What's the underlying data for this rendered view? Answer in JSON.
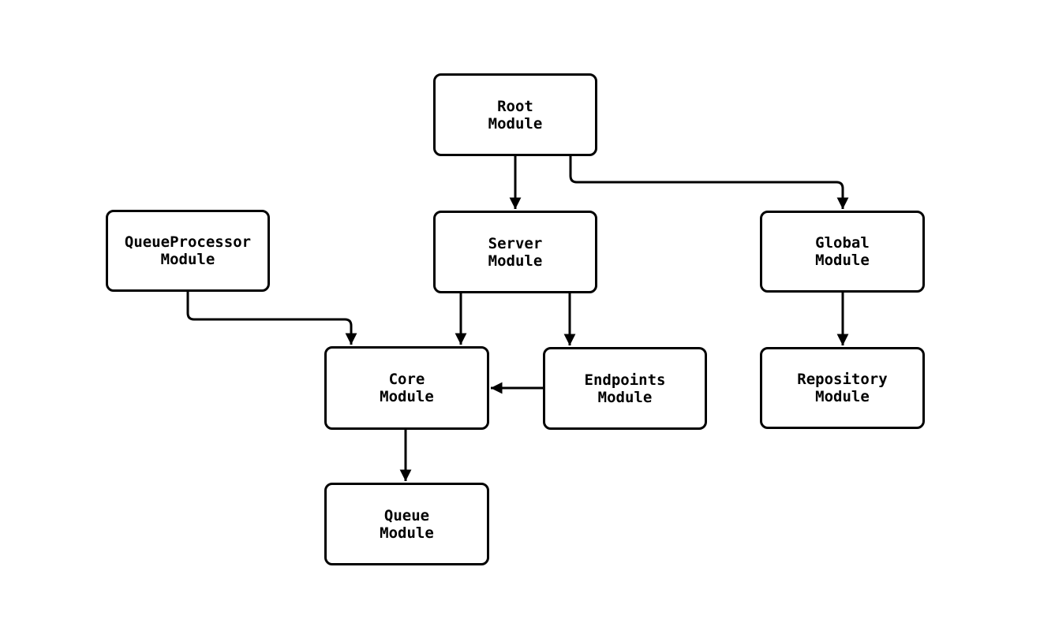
{
  "diagram": {
    "type": "module-dependency-graph",
    "nodes": {
      "root": {
        "line1": "Root",
        "line2": "Module"
      },
      "queueprocessor": {
        "line1": "QueueProcessor",
        "line2": "Module"
      },
      "server": {
        "line1": "Server",
        "line2": "Module"
      },
      "global": {
        "line1": "Global",
        "line2": "Module"
      },
      "core": {
        "line1": "Core",
        "line2": "Module"
      },
      "endpoints": {
        "line1": "Endpoints",
        "line2": "Module"
      },
      "repository": {
        "line1": "Repository",
        "line2": "Module"
      },
      "queue": {
        "line1": "Queue",
        "line2": "Module"
      }
    },
    "edges": [
      {
        "from": "Root Module",
        "to": "Server Module"
      },
      {
        "from": "Root Module",
        "to": "Global Module"
      },
      {
        "from": "QueueProcessor Module",
        "to": "Core Module"
      },
      {
        "from": "Server Module",
        "to": "Core Module"
      },
      {
        "from": "Server Module",
        "to": "Endpoints Module"
      },
      {
        "from": "Endpoints Module",
        "to": "Core Module"
      },
      {
        "from": "Global Module",
        "to": "Repository Module"
      },
      {
        "from": "Core Module",
        "to": "Queue Module"
      }
    ],
    "colors": {
      "stroke": "#000000",
      "node_fill": "#ffffff",
      "text": "#000000",
      "background": "#ffffff"
    }
  }
}
